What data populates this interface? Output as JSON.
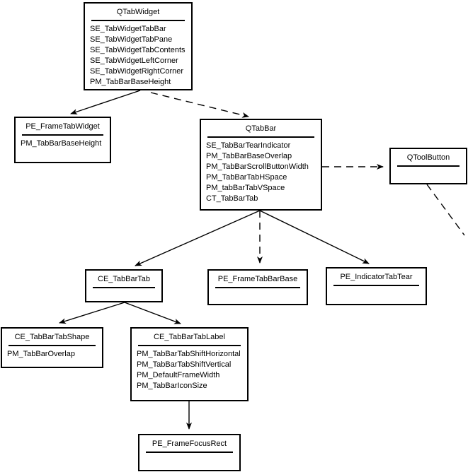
{
  "diagram": {
    "background_color": "#ffffff",
    "line_color": "#000000",
    "nodes": [
      {
        "id": "qtabwidget",
        "title": "QTabWidget",
        "attributes": [
          "SE_TabWidgetTabBar",
          "SE_TabWidgetTabPane",
          "SE_TabWidgetTabContents",
          "SE_TabWidgetLeftCorner",
          "SE_TabWidgetRightCorner",
          "PM_TabBarBaseHeight"
        ]
      },
      {
        "id": "pe_frametabwidget",
        "title": "PE_FrameTabWidget",
        "attributes": [
          "PM_TabBarBaseHeight"
        ]
      },
      {
        "id": "qtabbar",
        "title": "QTabBar",
        "attributes": [
          "SE_TabBarTearIndicator",
          "PM_TabBarBaseOverlap",
          "PM_TabBarScrollButtonWidth",
          "PM_TabBarTabHSpace",
          "PM_tabBarTabVSpace",
          "CT_TabBarTab"
        ]
      },
      {
        "id": "qtoolbutton",
        "title": "QToolButton",
        "attributes": []
      },
      {
        "id": "ce_tabbartab",
        "title": "CE_TabBarTab",
        "attributes": []
      },
      {
        "id": "pe_frametabbarbase",
        "title": "PE_FrameTabBarBase",
        "attributes": []
      },
      {
        "id": "pe_indicatortabtear",
        "title": "PE_IndicatorTabTear",
        "attributes": []
      },
      {
        "id": "ce_tabbartabshape",
        "title": "CE_TabBarTabShape",
        "attributes": [
          "PM_TabBarOverlap"
        ]
      },
      {
        "id": "ce_tabbartablabel",
        "title": "CE_TabBarTabLabel",
        "attributes": [
          "PM_TabBarTabShiftHorizontal",
          "PM_TabBarTabShiftVertical",
          "PM_DefaultFrameWidth",
          "PM_TabBarIconSize"
        ]
      },
      {
        "id": "pe_framefocusrect",
        "title": "PE_FrameFocusRect",
        "attributes": []
      }
    ],
    "edges": [
      {
        "from": "QTabWidget",
        "to": "PE_FrameTabWidget",
        "style": "solid"
      },
      {
        "from": "QTabWidget",
        "to": "QTabBar",
        "style": "dashed"
      },
      {
        "from": "QTabBar",
        "to": "QToolButton",
        "style": "dashed"
      },
      {
        "from": "QToolButton",
        "to": "off-screen-bottom-right",
        "style": "dashed"
      },
      {
        "from": "QTabBar",
        "to": "CE_TabBarTab",
        "style": "solid"
      },
      {
        "from": "QTabBar",
        "to": "PE_FrameTabBarBase",
        "style": "dashed"
      },
      {
        "from": "QTabBar",
        "to": "PE_IndicatorTabTear",
        "style": "solid"
      },
      {
        "from": "CE_TabBarTab",
        "to": "CE_TabBarTabShape",
        "style": "solid"
      },
      {
        "from": "CE_TabBarTab",
        "to": "CE_TabBarTabLabel",
        "style": "solid"
      },
      {
        "from": "CE_TabBarTabLabel",
        "to": "PE_FrameFocusRect",
        "style": "solid"
      }
    ]
  }
}
